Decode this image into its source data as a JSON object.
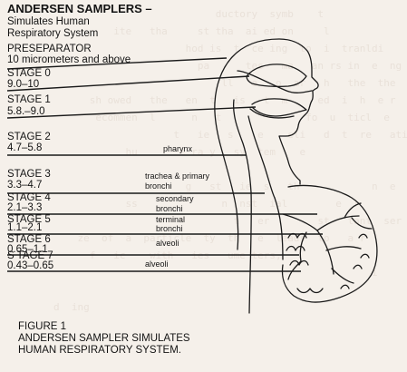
{
  "header": {
    "line1": "ANDERSEN SAMPLERS –",
    "line2": "Simulates Human",
    "line3": "Respiratory System"
  },
  "preseparator": {
    "title": "PRESEPARATOR",
    "range": "10 micrometers and above"
  },
  "stages": [
    {
      "name": "STAGE 0",
      "range": "9.0–10"
    },
    {
      "name": "STAGE 1",
      "range": "5.8.–9.0"
    },
    {
      "name": "STAGE 2",
      "range": "4.7–5.8"
    },
    {
      "name": "STAGE 3",
      "range": "3.3–4.7"
    },
    {
      "name": "STAGE 4",
      "range": "2.1–3.3"
    },
    {
      "name": "STAGE 5",
      "range": "1.1–2.1"
    },
    {
      "name": "STAGE 6",
      "range": "0.65–1.1"
    },
    {
      "name": "S TAGE 7",
      "range": "0.43–0.65"
    }
  ],
  "regions": {
    "pharynx": "pharynx",
    "trachea_1": "trachea & primary",
    "trachea_2": "bronchi",
    "secondary_1": "secondary",
    "secondary_2": "bronchi",
    "terminal_1": "terminal",
    "terminal_2": "bronchi",
    "alveoli_6": "alveoli",
    "alveoli_7": "alveoli"
  },
  "figure": {
    "label": "FIGURE 1",
    "caption_1": "ANDERSEN SAMPLER SIMULATES",
    "caption_2": "HUMAN RESPIRATORY SYSTEM."
  }
}
